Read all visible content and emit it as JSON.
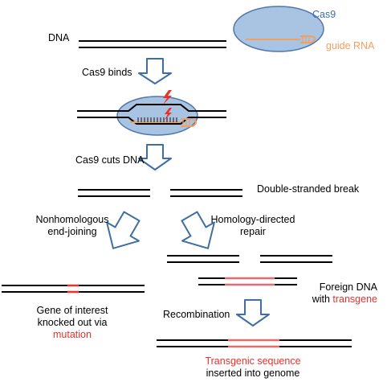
{
  "labels": {
    "cas9": "Cas9",
    "guide_rna": "guide RNA",
    "dna": "DNA",
    "cas9_binds": "Cas9 binds",
    "cas9_cuts": "Cas9 cuts DNA",
    "double_break": "Double-stranded break",
    "nhej_line1": "Nonhomologous",
    "nhej_line2": "end-joining",
    "hdr_line1": "Homology-directed",
    "hdr_line2": "repair",
    "foreign_line1": "Foreign DNA",
    "foreign_line2_prefix": "with ",
    "foreign_line2_highlight": "transgene",
    "recombination": "Recombination",
    "knockout_line1": "Gene of interest",
    "knockout_line2": "knocked out via",
    "knockout_line3": "mutation",
    "transgenic_line1": "Transgenic sequence",
    "transgenic_line2": "inserted into genome"
  },
  "colors": {
    "dna_strand": "#000000",
    "protein_fill": "#a9c3e3",
    "protein_stroke": "#4f76ad",
    "cas9_label": "#3a6fb0",
    "guide_rna": "#f0a060",
    "mutation": "#e8322c",
    "transgene": "#e36d6d",
    "arrow_stroke": "#3f6ea3",
    "cut_mark": "#e8322c"
  },
  "icons": {
    "cut_marker": "lightning-bolt-icon",
    "process_arrow": "hollow-block-arrow-icon"
  }
}
